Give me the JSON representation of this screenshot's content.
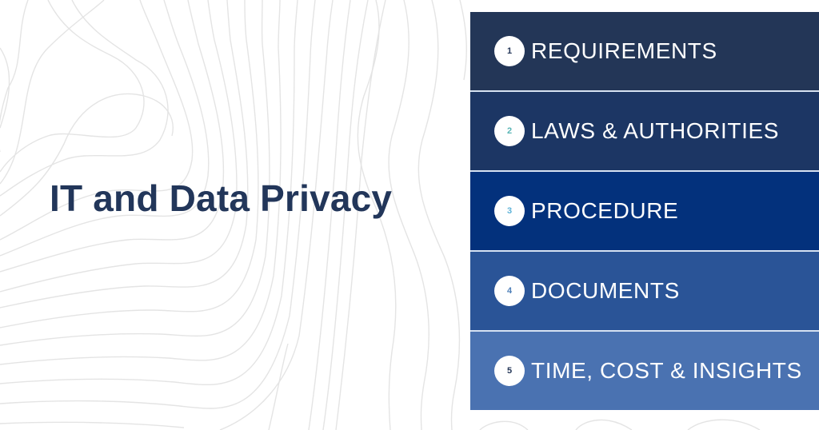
{
  "title": "IT and Data Privacy",
  "colors": {
    "title": "#22365a",
    "background": "#ffffff",
    "pattern_lines": "#e4e4e4",
    "divider": "#d6e2f2"
  },
  "steps": [
    {
      "number": "1",
      "label": "REQUIREMENTS",
      "bg": "#233657",
      "number_color": "#233657"
    },
    {
      "number": "2",
      "label": "LAWS & AUTHORITIES",
      "bg": "#1c3664",
      "number_color": "#59b5b5"
    },
    {
      "number": "3",
      "label": "PROCEDURE",
      "bg": "#03317c",
      "number_color": "#5fb3d8"
    },
    {
      "number": "4",
      "label": "DOCUMENTS",
      "bg": "#2a5497",
      "number_color": "#4e7fb8"
    },
    {
      "number": "5",
      "label": "TIME, COST & INSIGHTS",
      "bg": "#4a72b1",
      "number_color": "#233657"
    }
  ]
}
